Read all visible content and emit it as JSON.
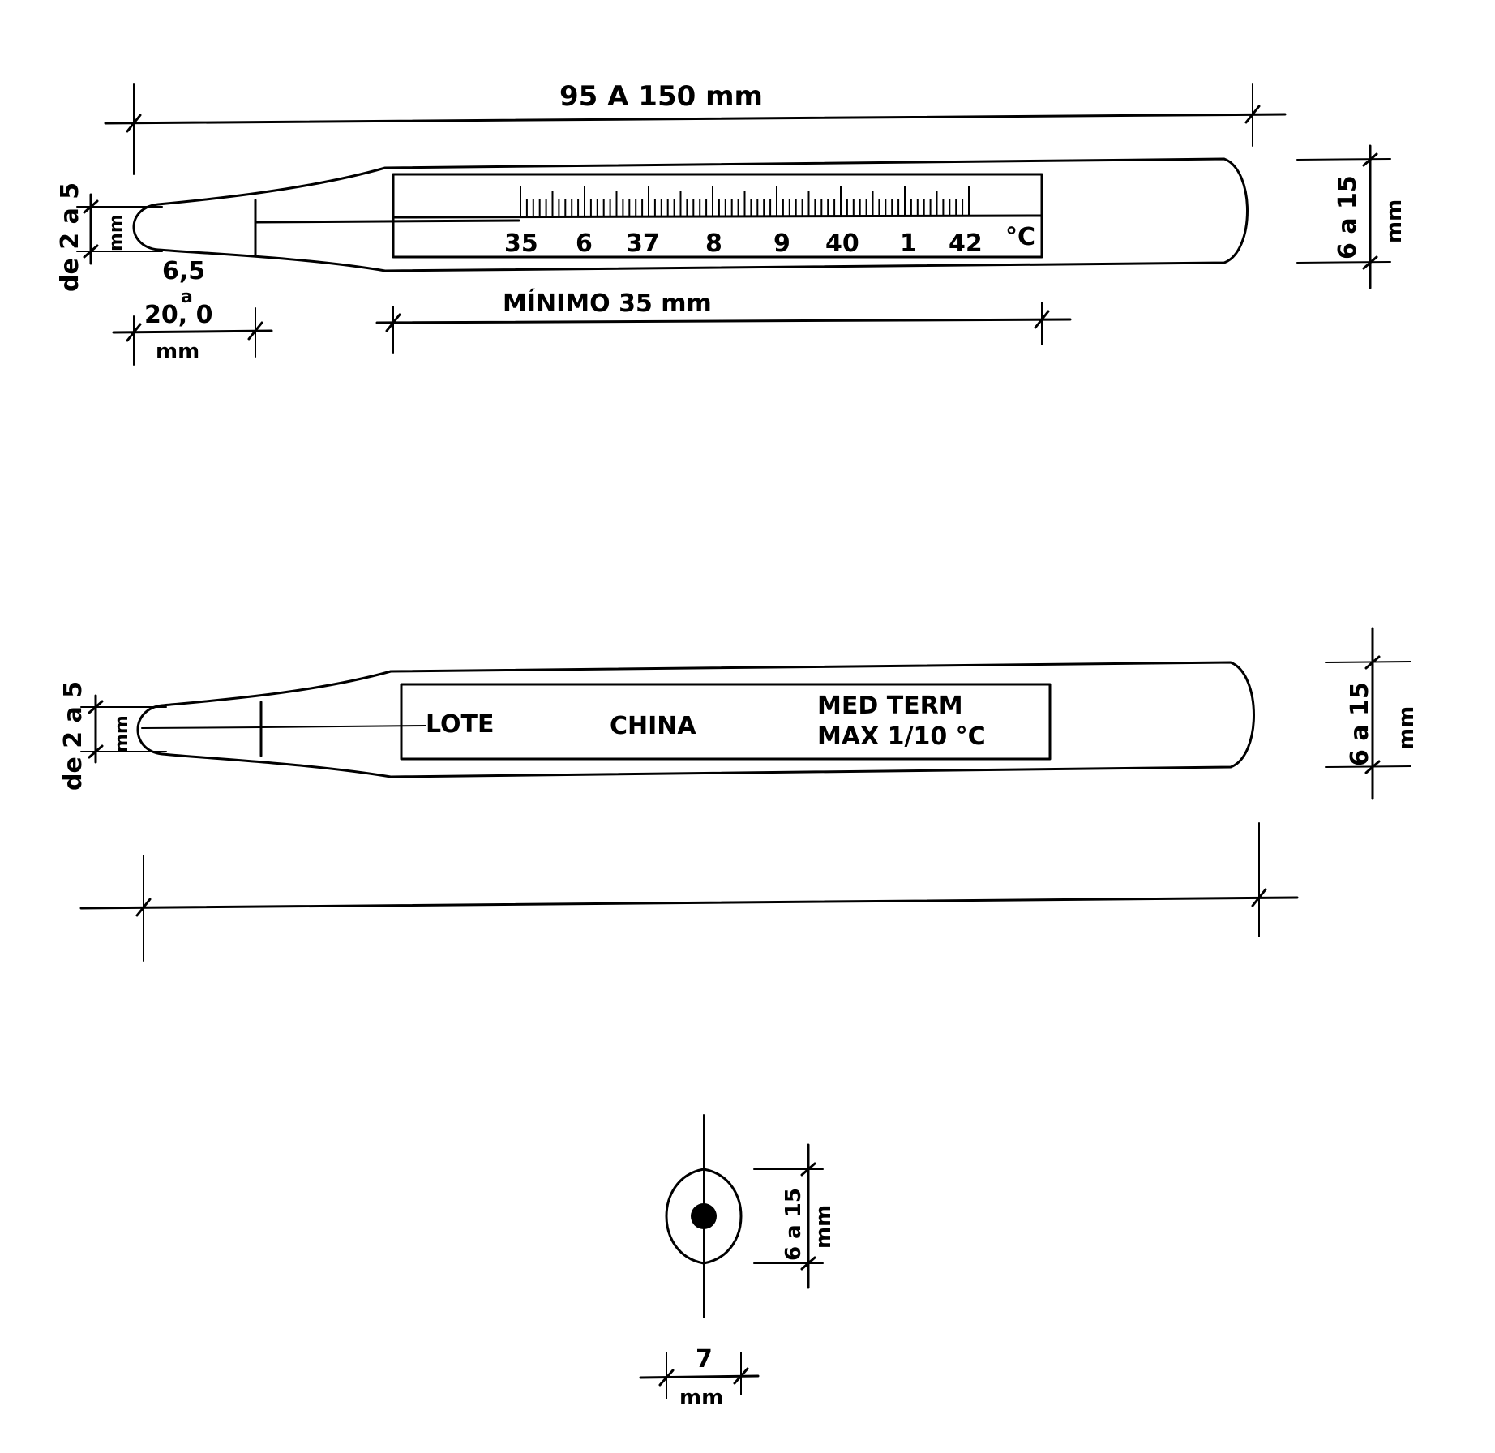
{
  "top_view": {
    "overall_length": "95  A  150 mm",
    "width_range": "6 a 15",
    "width_unit": "mm",
    "bulb_diameter": "de 2 a 5",
    "bulb_diameter_unit": "mm",
    "bulb_length_top": "6,5",
    "bulb_length_a": "a",
    "bulb_length_bottom": "20, 0",
    "bulb_length_unit": "mm",
    "scale_minimum": "MÍNIMO  35 mm",
    "scale_labels": [
      "35",
      "6",
      "37",
      "8",
      "9",
      "40",
      "1",
      "42"
    ],
    "scale_unit": "°C"
  },
  "back_view": {
    "lot_label": "LOTE",
    "origin_label": "CHINA",
    "spec_line1": "MED TERM",
    "spec_line2": "MAX 1/10 °C",
    "width_range": "6 a 15",
    "width_unit": "mm",
    "bulb_diameter": "de 2 a 5",
    "bulb_diameter_unit": "mm"
  },
  "cross_section": {
    "height_range": "6 a 15",
    "height_unit": "mm",
    "width_value": "7",
    "width_unit": "mm"
  }
}
